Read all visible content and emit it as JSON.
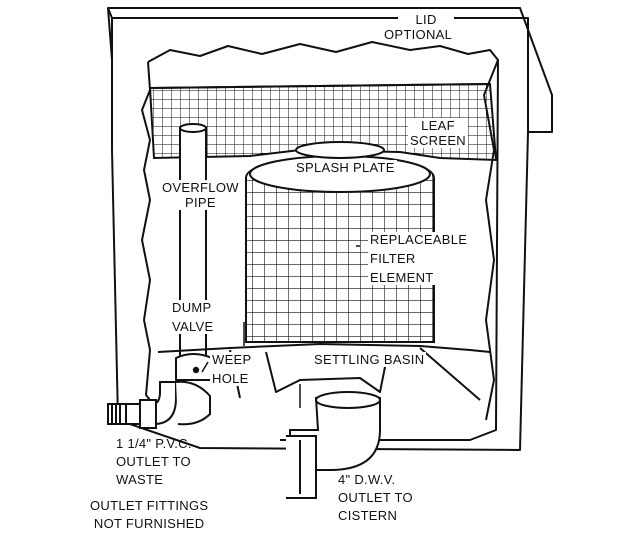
{
  "labels": {
    "lid_optional": [
      "LID",
      "OPTIONAL"
    ],
    "leaf_screen": [
      "LEAF",
      "SCREEN"
    ],
    "splash_plate": "SPLASH PLATE",
    "overflow_pipe": [
      "OVERFLOW",
      "PIPE"
    ],
    "replaceable_filter_element": [
      "REPLACEABLE",
      "FILTER",
      "ELEMENT"
    ],
    "dump_valve": [
      "DUMP",
      "VALVE"
    ],
    "weep_hole": [
      "WEEP",
      "HOLE"
    ],
    "settling_basin": "SETTLING BASIN",
    "outlet_waste": [
      "1 1/4\" P.V.C.",
      "OUTLET TO",
      "WASTE"
    ],
    "outlet_fittings_note": [
      "OUTLET FITTINGS",
      "NOT FURNISHED"
    ],
    "outlet_cistern": [
      "4\" D.W.V.",
      "OUTLET TO",
      "CISTERN"
    ]
  },
  "colors": {
    "line": "#111111",
    "background": "#ffffff"
  }
}
